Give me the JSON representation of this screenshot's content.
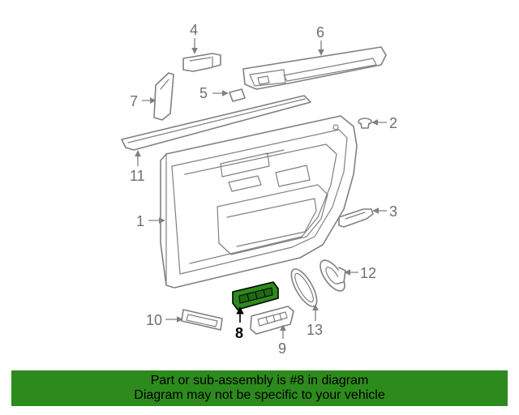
{
  "callouts": {
    "c1": "1",
    "c2": "2",
    "c3": "3",
    "c4": "4",
    "c5": "5",
    "c6": "6",
    "c7": "7",
    "c8": "8",
    "c9": "9",
    "c10": "10",
    "c11": "11",
    "c12": "12",
    "c13": "13"
  },
  "highlight": {
    "callout": "8",
    "color": "#2d8a1c"
  },
  "banner": {
    "line1": "Part or sub-assembly is #8 in diagram",
    "line2": "Diagram may not be specific to your vehicle",
    "background": "#2d8a1c"
  }
}
